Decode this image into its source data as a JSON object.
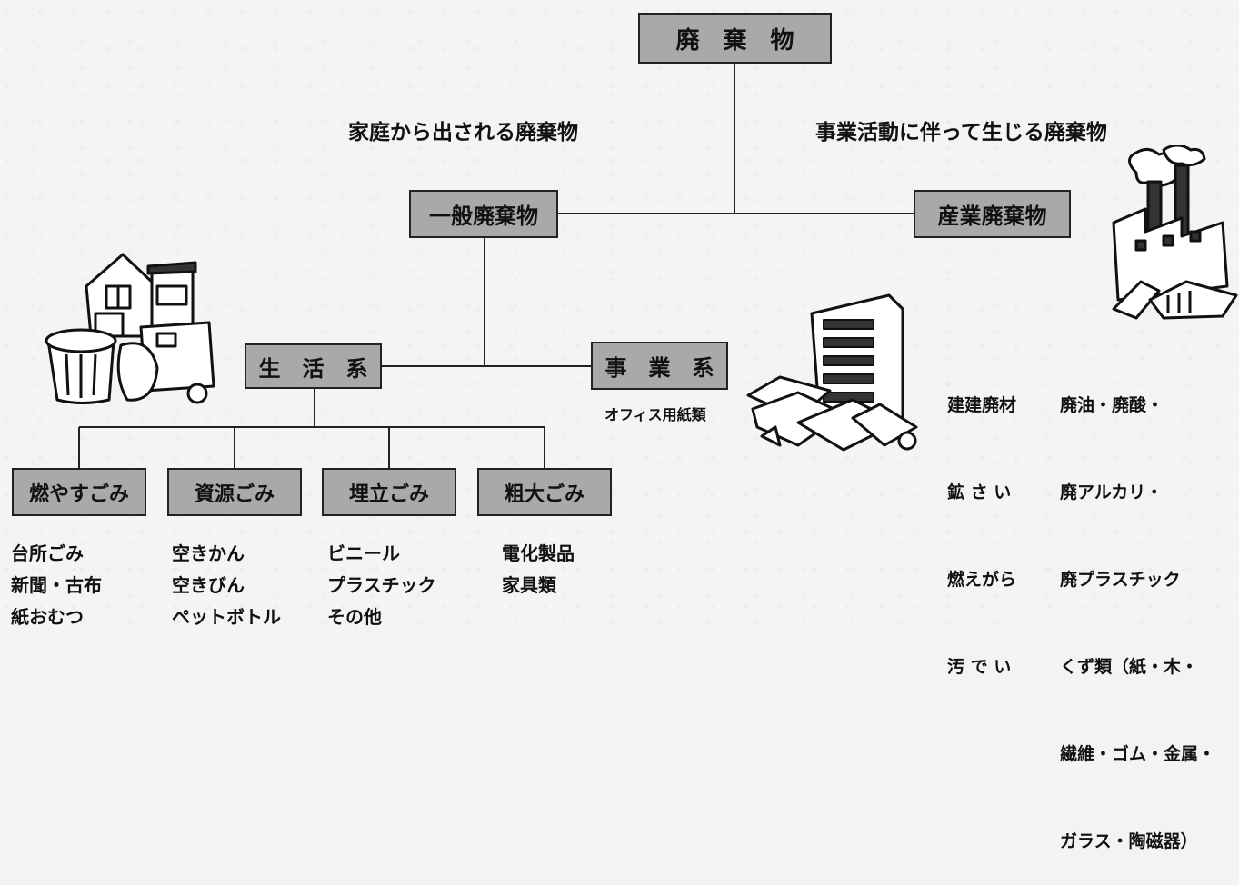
{
  "root": "廃　棄　物",
  "household_caption": "家庭から出される廃棄物",
  "business_caption": "事業活動に伴って生じる廃棄物",
  "general_waste": "一般廃棄物",
  "industrial_waste": "産業廃棄物",
  "domestic": "生　活　系",
  "commercial": "事　業　系",
  "commercial_note": "オフィス用紙類",
  "categories": [
    {
      "label": "燃やすごみ",
      "items": [
        "台所ごみ",
        "新聞・古布",
        "紙おむつ"
      ]
    },
    {
      "label": "資源ごみ",
      "items": [
        "空きかん",
        "空きびん",
        "ペットボトル"
      ]
    },
    {
      "label": "埋立ごみ",
      "items": [
        "ビニール",
        "プラスチック",
        "その他"
      ]
    },
    {
      "label": "粗大ごみ",
      "items": [
        "電化製品",
        "家具類"
      ]
    }
  ],
  "industrial_col1": [
    "建建廃材",
    "鉱 さ い",
    "燃えがら",
    "汚 で い"
  ],
  "industrial_col2": [
    "廃油・廃酸・",
    "廃アルカリ・",
    "廃プラスチック",
    "くず類（紙・木・",
    "繊維・ゴム・金属・",
    "ガラス・陶磁器）"
  ]
}
